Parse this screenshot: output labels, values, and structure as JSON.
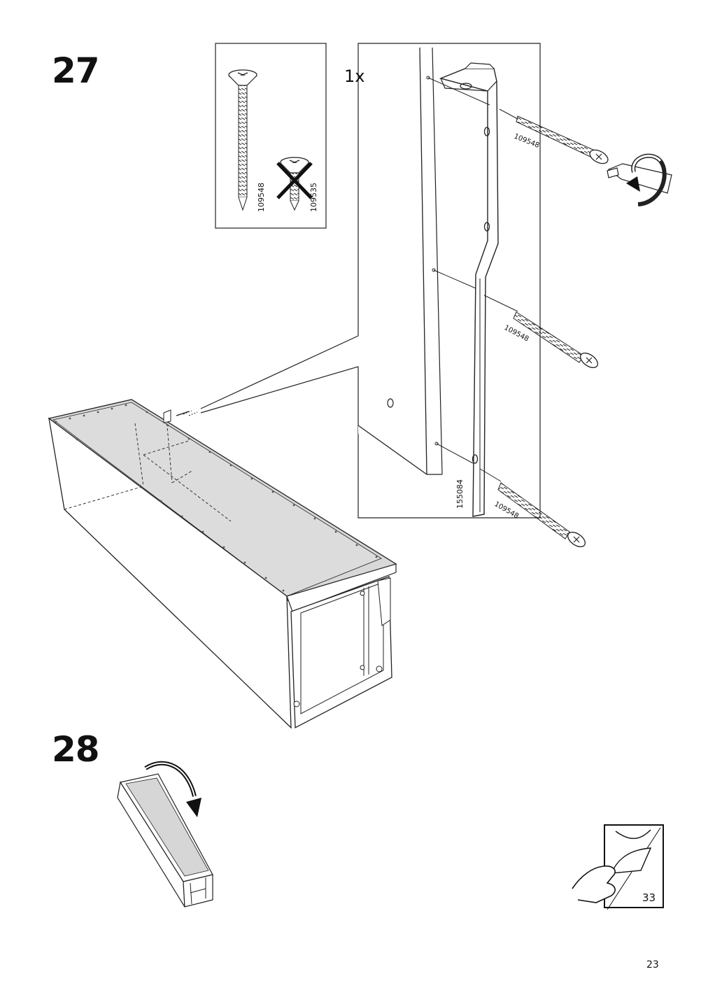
{
  "steps": [
    {
      "number": "27"
    },
    {
      "number": "28"
    }
  ],
  "hardware": {
    "quantity": "1x",
    "correct_screw_code": "109548",
    "wrong_screw_code": "109535",
    "bracket_code": "155084",
    "screw_callouts": [
      "109548",
      "109548",
      "109548"
    ]
  },
  "next_page_hint": {
    "page": "33",
    "icon": "turn-page-hand-icon"
  },
  "page_number": "23",
  "icons": [
    "screwdriver-icon",
    "rotate-arrow-icon",
    "cross-icon",
    "flip-arrow-icon"
  ]
}
